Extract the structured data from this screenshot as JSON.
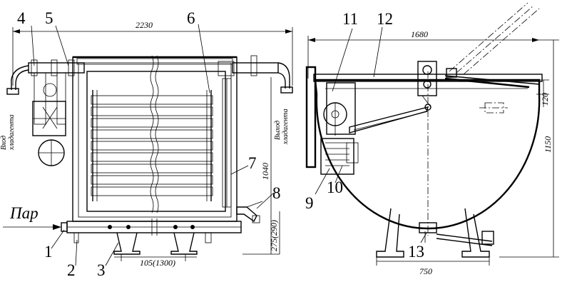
{
  "callouts": [
    "1",
    "2",
    "3",
    "4",
    "5",
    "6",
    "7",
    "8",
    "9",
    "10",
    "11",
    "12",
    "13"
  ],
  "dimensions": {
    "overall_width_left": "2230",
    "overall_height_left": "1040",
    "bottom_offset": "275(290)",
    "base_span_left": "105(1300)",
    "overall_width_right": "1680",
    "overall_height_right": "1150",
    "lid_offset": "120",
    "base_span_right": "750"
  },
  "labels": {
    "steam": "Пар",
    "condensate_in_l1": "Вход",
    "condensate_in_l2": "хладагента",
    "condensate_out_l1": "Выход",
    "condensate_out_l2": "хладагента"
  }
}
